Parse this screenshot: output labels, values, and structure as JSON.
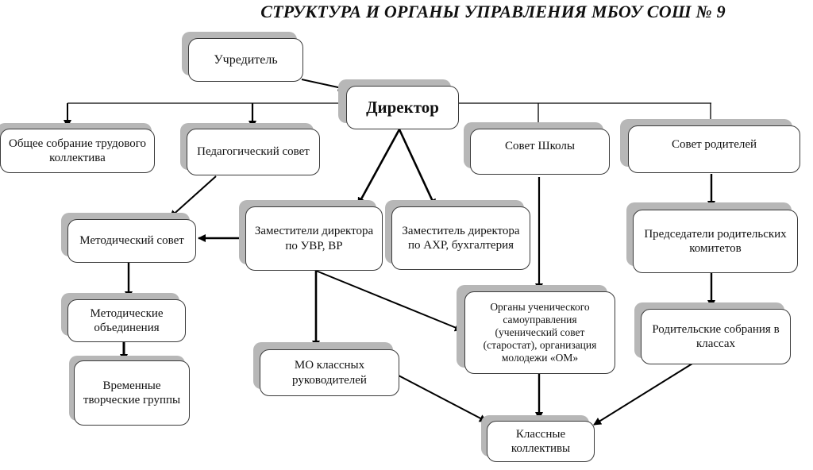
{
  "title": "СТРУКТУРА И ОРГАНЫ УПРАВЛЕНИЯ МБОУ СОШ № 9",
  "nodes": {
    "founder": "Учредитель",
    "director": "Директор",
    "general_meeting": "Общее собрание трудового коллектива",
    "pedagogical_council": "Педагогический совет",
    "school_council": "Совет Школы",
    "parents_council": "Совет родителей",
    "methodical_council": "Методический совет",
    "deputy_directors_uvr_vr": "Заместители директора по УВР, ВР",
    "deputy_director_ahr": "Заместитель директора по АХР, бухгалтерия",
    "parent_committee_chairs": "Председатели родительских комитетов",
    "methodical_associations": "Методические объединения",
    "student_self_government": "Органы ученического самоуправления (ученический совет (старостат), организация молодежи «ОМ»",
    "parent_meetings": "Родительские собрания в классах",
    "temporary_creative_groups": "Временные творческие группы",
    "class_teachers_mo": "МО классных руководителей",
    "class_collectives": "Классные коллективы"
  },
  "connections": [
    {
      "from": "founder",
      "to": "director",
      "type": "arrow"
    },
    {
      "from": "director",
      "to": "general_meeting",
      "type": "arrow"
    },
    {
      "from": "director",
      "to": "pedagogical_council",
      "type": "arrow"
    },
    {
      "from": "director",
      "to": "school_council",
      "type": "line"
    },
    {
      "from": "director",
      "to": "parents_council",
      "type": "line"
    },
    {
      "from": "director",
      "to": "deputy_directors_uvr_vr",
      "type": "arrow"
    },
    {
      "from": "director",
      "to": "deputy_director_ahr",
      "type": "arrow"
    },
    {
      "from": "pedagogical_council",
      "to": "methodical_council",
      "type": "arrow"
    },
    {
      "from": "deputy_directors_uvr_vr",
      "to": "methodical_council",
      "type": "arrow"
    },
    {
      "from": "deputy_directors_uvr_vr",
      "to": "class_teachers_mo",
      "type": "arrow"
    },
    {
      "from": "deputy_directors_uvr_vr",
      "to": "student_self_government",
      "type": "arrow"
    },
    {
      "from": "school_council",
      "to": "student_self_government",
      "type": "arrow"
    },
    {
      "from": "parents_council",
      "to": "parent_committee_chairs",
      "type": "arrow"
    },
    {
      "from": "parent_committee_chairs",
      "to": "parent_meetings",
      "type": "arrow"
    },
    {
      "from": "methodical_council",
      "to": "methodical_associations",
      "type": "arrow"
    },
    {
      "from": "methodical_associations",
      "to": "temporary_creative_groups",
      "type": "arrow"
    },
    {
      "from": "class_teachers_mo",
      "to": "class_collectives",
      "type": "arrow"
    },
    {
      "from": "student_self_government",
      "to": "class_collectives",
      "type": "arrow"
    },
    {
      "from": "parent_meetings",
      "to": "class_collectives",
      "type": "arrow"
    }
  ]
}
